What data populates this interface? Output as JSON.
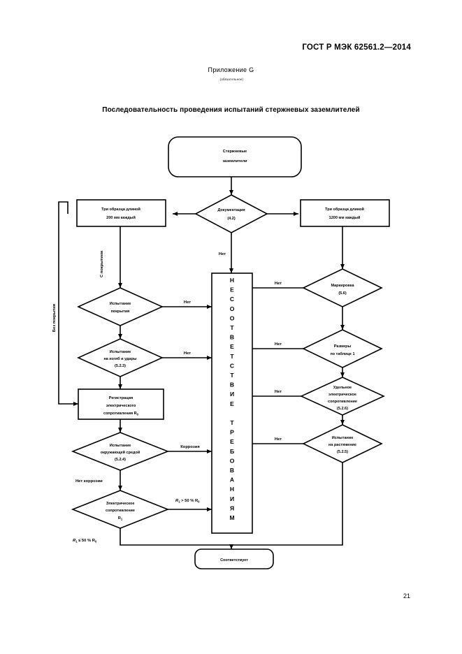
{
  "document": {
    "standard_code": "ГОСТ Р МЭК 62561.2—2014",
    "annex_title": "Приложение G",
    "annex_subtitle": "(обязательное)",
    "chart_title": "Последовательность проведения испытаний стержневых заземлителей",
    "page_number": "21"
  },
  "flowchart": {
    "start": {
      "line1": "Стержневые",
      "line2": "заземлители"
    },
    "doc_decision": {
      "line1": "Документация",
      "line2": "(4.2)"
    },
    "sample_left": {
      "line1": "Три образца длиной",
      "line2": "200 мм каждый"
    },
    "sample_right": {
      "line1": "Три образца длиной",
      "line2": "1200 мм каждый"
    },
    "coating_test": {
      "line1": "Испытание",
      "line2": "покрытия"
    },
    "bend_impact_test": {
      "line1": "Испытание",
      "line2": "на изгиб и удары",
      "line3": "(5.2.3)"
    },
    "resistance_record": {
      "line1": "Регистрация",
      "line2": "электрического",
      "line3": "сопротивления R",
      "sub": "0"
    },
    "environment_test": {
      "line1": "Испытание",
      "line2": "окружающей средой",
      "line3": "(5.2.4)"
    },
    "electrical_resistance": {
      "line1": "Электрическое",
      "line2": "сопротивление",
      "line3": "R",
      "sub": "1"
    },
    "marking": {
      "line1": "Маркировка",
      "line2": "(5.6)"
    },
    "dimensions": {
      "line1": "Размеры",
      "line2": "по таблице 1"
    },
    "specific_resistance": {
      "line1": "Удельное",
      "line2": "электрическое",
      "line3": "сопротивление",
      "line4": "(5.2.6)"
    },
    "tensile_test": {
      "line1": "Испытание",
      "line2": "на растяжение",
      "line3": "(5.2.5)"
    },
    "fail_box": {
      "text": "НЕСООТВЕТСТВИЕ ТРЕБОВАНИЯМ",
      "letters": [
        "Н",
        "Е",
        "С",
        "О",
        "О",
        "Т",
        "В",
        "Е",
        "Т",
        "С",
        "Т",
        "В",
        "И",
        "Е",
        "",
        "Т",
        "Р",
        "Е",
        "Б",
        "О",
        "В",
        "А",
        "Н",
        "И",
        "Я",
        "М"
      ]
    },
    "pass_box": {
      "text": "Соответствует"
    },
    "edge_labels": {
      "no_doc": "Нет",
      "no_coating_test": "Нет",
      "no_bend": "Нет",
      "no_marking": "Нет",
      "no_dimensions": "Нет",
      "no_specific": "Нет",
      "no_tensile": "Нет",
      "corrosion": "Коррозия",
      "no_corrosion": "Нет коррозии",
      "r1_gt": "R",
      "r1_gt_sub": "1",
      "r1_gt_rest": " > 50 % R",
      "r1_gt_rest_sub": "0",
      "r1_le": "R",
      "r1_le_sub": "1",
      "r1_le_rest": " ≤ 50 % R",
      "r1_le_rest_sub": "0",
      "with_coating": "С покрытием",
      "without_coating": "Без покрытия"
    }
  }
}
